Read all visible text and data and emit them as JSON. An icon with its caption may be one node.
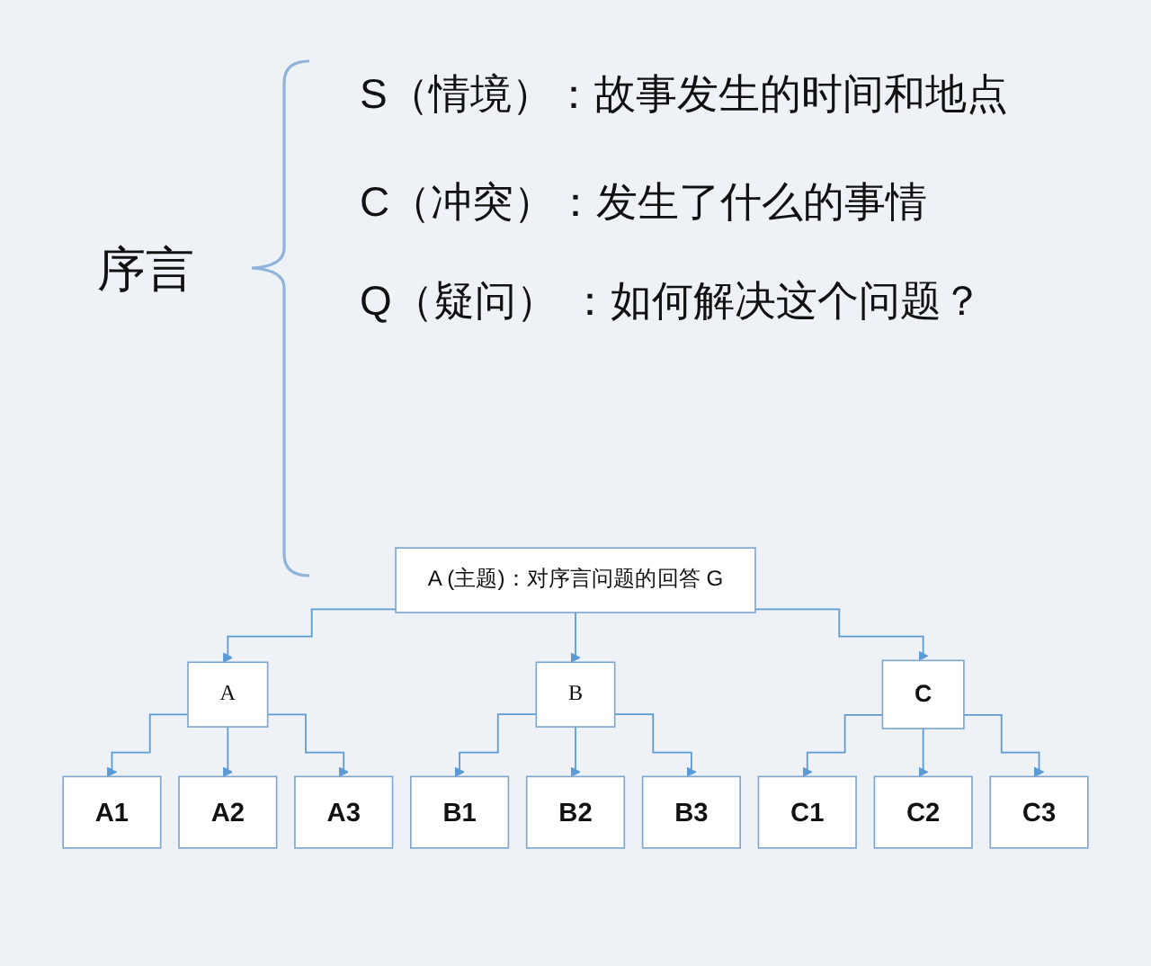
{
  "diagram": {
    "nodes": [
      {
        "text": [
          "A (主题)：对序言问题的回答 G"
        ]
      },
      {
        "text": [
          "A"
        ]
      },
      {
        "text": [
          "B"
        ]
      },
      {
        "text": [
          "C"
        ]
      },
      {
        "text": [
          "A1"
        ]
      },
      {
        "text": [
          "A2"
        ]
      },
      {
        "text": [
          "A3"
        ]
      },
      {
        "text": [
          "B1"
        ]
      },
      {
        "text": [
          "B2"
        ]
      },
      {
        "text": [
          "B3"
        ]
      },
      {
        "text": [
          "C1"
        ]
      },
      {
        "text": [
          "C2"
        ]
      },
      {
        "text": [
          "C3"
        ]
      }
    ],
    "edges": [
      {
        "from": 0,
        "to": 1,
        "arrow": "to"
      },
      {
        "from": 0,
        "to": 2,
        "arrow": "to"
      },
      {
        "from": 0,
        "to": 3,
        "arrow": "to"
      },
      {
        "from": 1,
        "to": 4,
        "arrow": "to"
      },
      {
        "from": 1,
        "to": 5,
        "arrow": "to"
      },
      {
        "from": 1,
        "to": 6,
        "arrow": "to"
      },
      {
        "from": 2,
        "to": 7,
        "arrow": "to"
      },
      {
        "from": 2,
        "to": 8,
        "arrow": "to"
      },
      {
        "from": 2,
        "to": 9,
        "arrow": "to"
      },
      {
        "from": 3,
        "to": 10,
        "arrow": "to"
      },
      {
        "from": 3,
        "to": 11,
        "arrow": "to"
      },
      {
        "from": 3,
        "to": 12,
        "arrow": "to"
      }
    ],
    "labels": [
      "序言",
      "S（情境）：故事发生的时间和地点",
      "C（冲突）：发生了什么的事情",
      "Q（疑问） ：如何解决这个问题？"
    ]
  }
}
